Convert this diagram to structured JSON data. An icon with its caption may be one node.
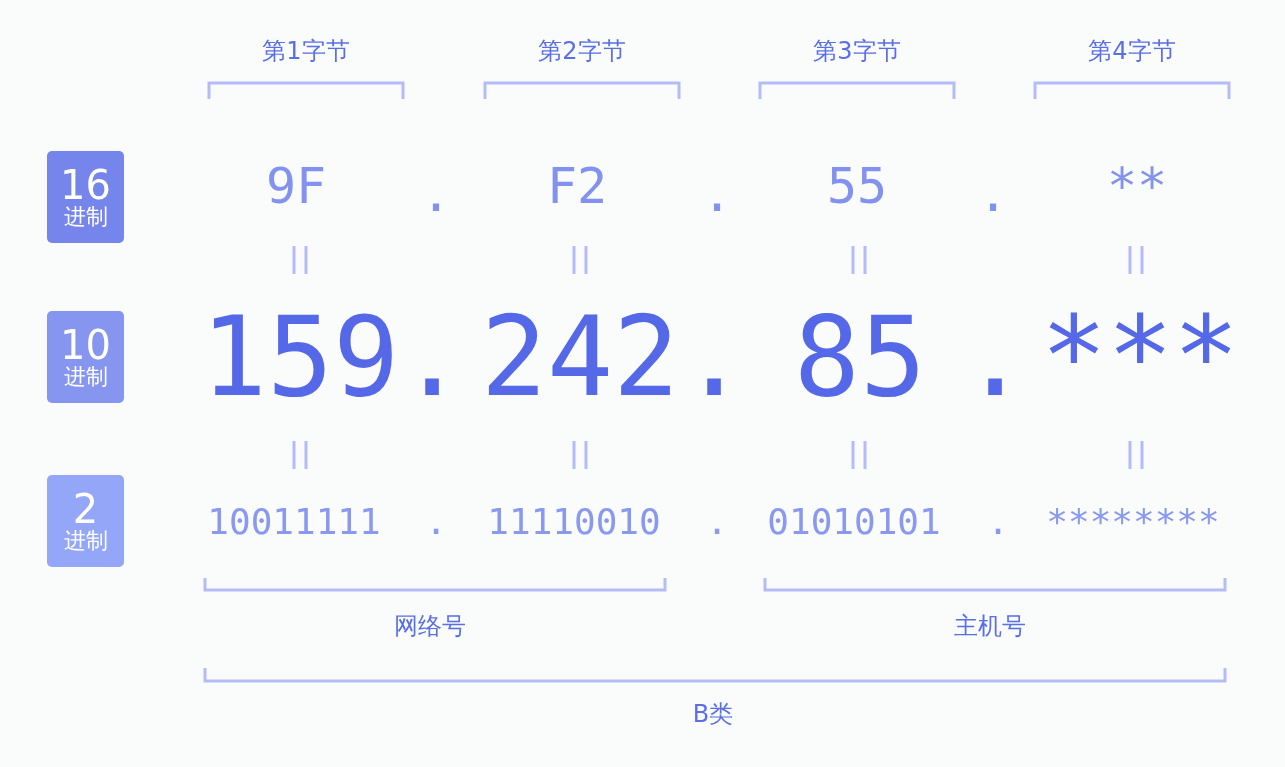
{
  "diagram": {
    "nodes": [
      {
        "text": [
          "16",
          "进制"
        ]
      },
      {
        "text": [
          "10",
          "进制"
        ]
      },
      {
        "text": [
          "2",
          "进制"
        ]
      }
    ],
    "edges": [],
    "labels": [
      "第1字节",
      "第2字节",
      "第3字节",
      "第4字节",
      "9F",
      ".",
      "F2",
      ".",
      "55",
      ".",
      "**",
      "159",
      ".",
      "242",
      ".",
      "85",
      ".",
      "***",
      "10011111",
      ".",
      "11110010",
      ".",
      "01010101",
      ".",
      "********",
      "网络号",
      "主机号",
      "B类"
    ]
  }
}
